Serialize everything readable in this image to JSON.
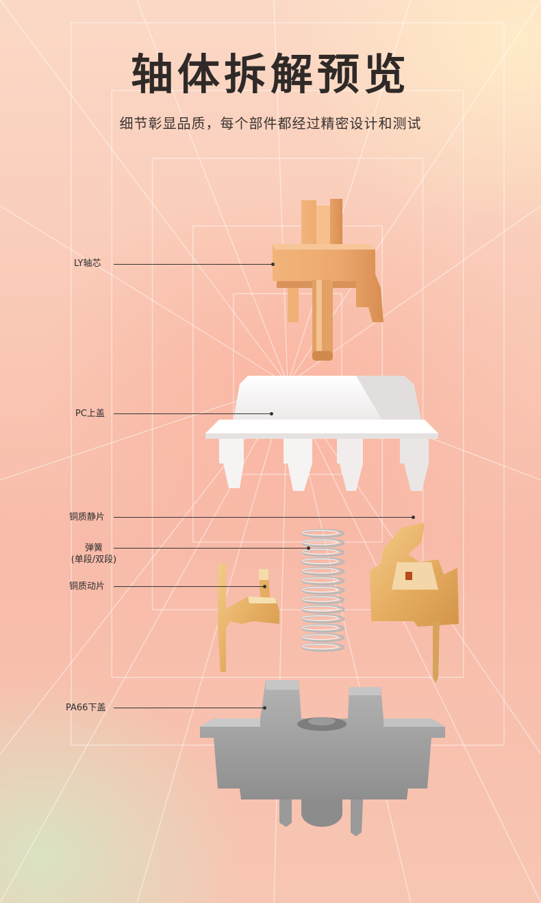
{
  "header": {
    "title": "轴体拆解预览",
    "subtitle": "细节彰显品质，每个部件都经过精密设计和测试"
  },
  "parts": {
    "stem": {
      "label": "LY轴芯",
      "color": "#eba86e"
    },
    "top_housing": {
      "label": "PC上盖",
      "color": "#f4f1f1"
    },
    "stationary_leaf": {
      "label": "铜质静片",
      "color": "#e7b265"
    },
    "spring": {
      "label_line1": "弹簧",
      "label_line2": "(单段/双段)",
      "color": "#c8c8c8"
    },
    "moving_leaf": {
      "label": "铜质动片",
      "color": "#e6bf78"
    },
    "bottom_housing": {
      "label": "PA66下盖",
      "color": "#a8a8a8"
    }
  }
}
